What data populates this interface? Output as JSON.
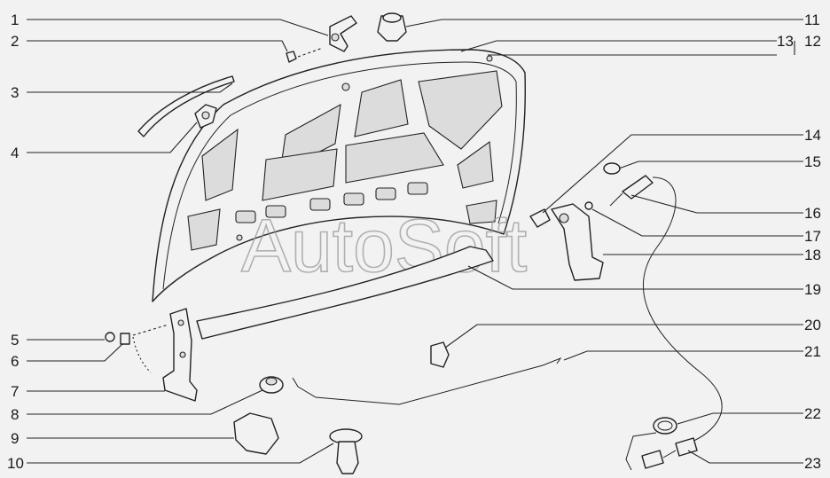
{
  "watermark": "AutoSoft",
  "labels_left": [
    "1",
    "2",
    "3",
    "4",
    "5",
    "6",
    "7",
    "8",
    "9",
    "10"
  ],
  "labels_right": [
    "11",
    "13",
    "12",
    "14",
    "15",
    "16",
    "17",
    "18",
    "19",
    "20",
    "21",
    "22",
    "23"
  ]
}
